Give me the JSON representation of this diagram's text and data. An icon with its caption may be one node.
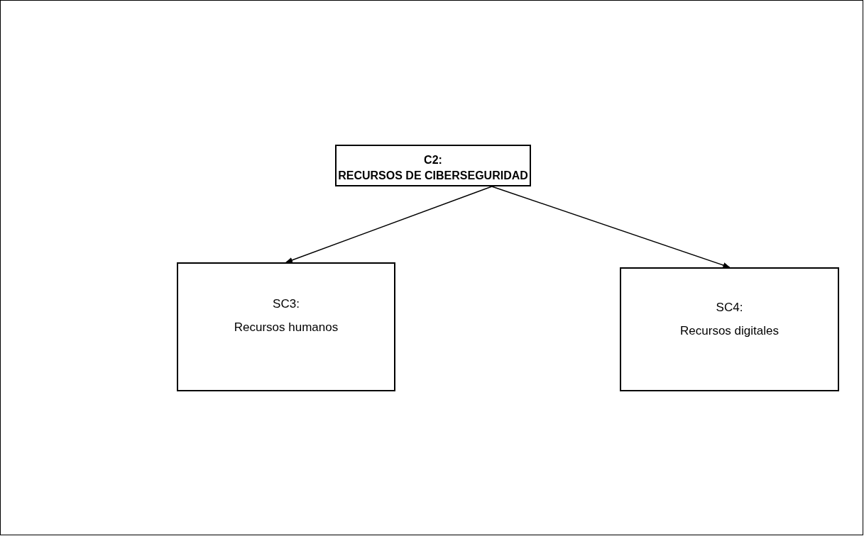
{
  "diagram": {
    "nodes": [
      {
        "text": [
          "C2:",
          "RECURSOS DE CIBERSEGURIDAD"
        ]
      },
      {
        "text": [
          "SC3:",
          "Recursos humanos"
        ]
      },
      {
        "text": [
          "SC4:",
          "Recursos digitales"
        ]
      }
    ],
    "edges": [
      {
        "from": 0,
        "to": 1,
        "arrow": "to"
      },
      {
        "from": 0,
        "to": 2,
        "arrow": "to"
      }
    ]
  }
}
